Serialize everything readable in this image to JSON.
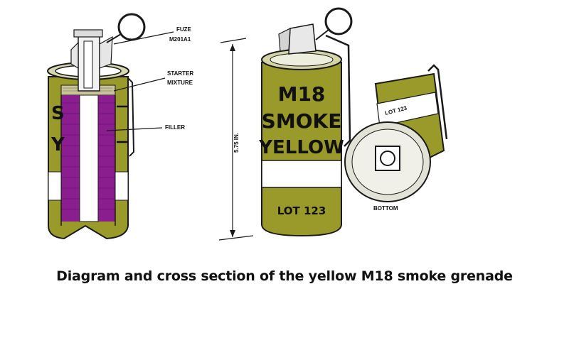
{
  "labels": {
    "fuze": "FUZE",
    "fuze_model": "M201A1",
    "starter_1": "STARTER",
    "starter_2": "MIXTURE",
    "filler": "FILLER",
    "dimension": "5.75 IN.",
    "bottom": "BOTTOM"
  },
  "canister": {
    "line1": "M18",
    "line2": "SMOKE",
    "line3": "YELLOW",
    "lot": "LOT 123",
    "side_partial_1": "S",
    "side_partial_2": "Y",
    "rotated_lot": "LOT 123"
  },
  "caption": "Diagram and cross section of the yellow M18 smoke grenade",
  "colors": {
    "olive": "#9a9a2a",
    "filler_purple": "#8a1e8e",
    "band_white": "#ffffff",
    "outline": "#1a1a1a"
  }
}
